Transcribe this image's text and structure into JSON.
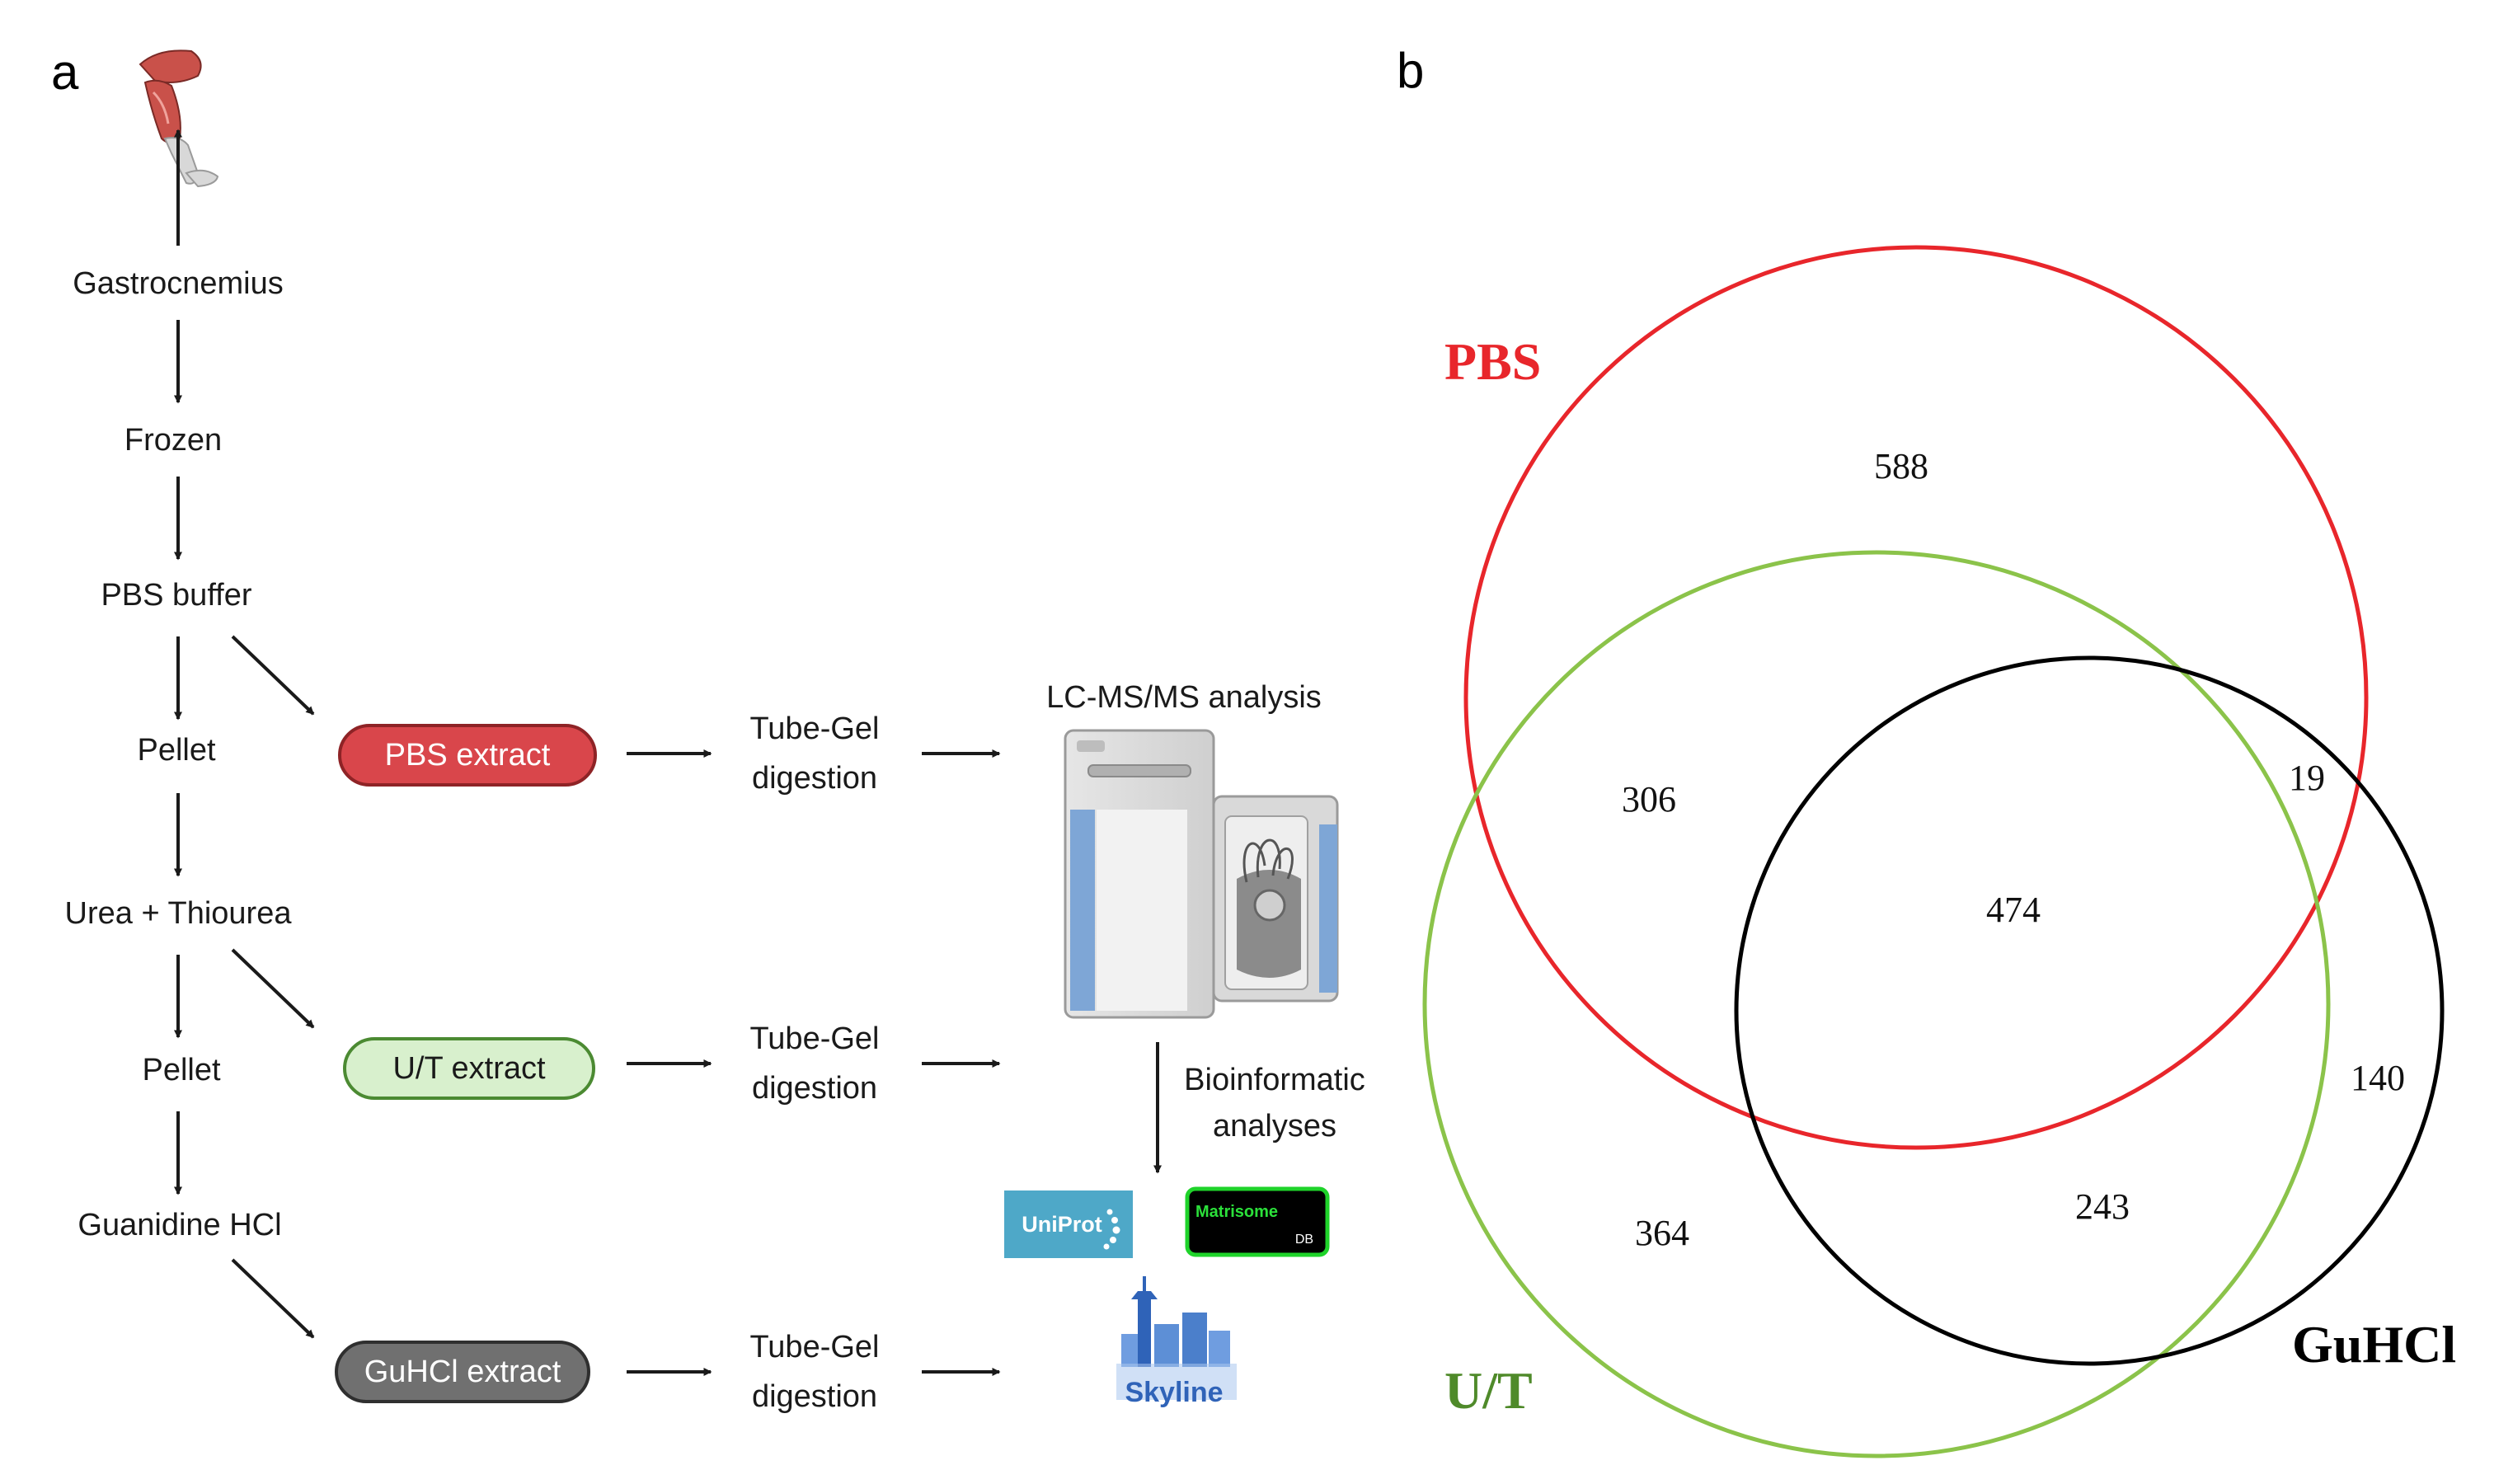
{
  "panel_labels": {
    "a": "a",
    "b": "b"
  },
  "workflow": {
    "steps": [
      "Gastrocnemius",
      "Frozen",
      "PBS buffer",
      "Pellet",
      "Urea + Thiourea",
      "Pellet",
      "Guanidine HCl"
    ],
    "extracts": [
      {
        "label": "PBS extract",
        "fill": "#d9464b",
        "stroke": "#8e2326",
        "text_color": "#ffffff"
      },
      {
        "label": "U/T extract",
        "fill": "#d8f0cd",
        "stroke": "#4b8a32",
        "text_color": "#1a1a1a"
      },
      {
        "label": "GuHCl extract",
        "fill": "#707070",
        "stroke": "#2f2f2f",
        "text_color": "#ffffff"
      }
    ],
    "digestion": {
      "line1": "Tube-Gel",
      "line2": "digestion"
    },
    "lcms_label": "LC-MS/MS analysis",
    "bioinformatic": {
      "line1": "Bioinformatic",
      "line2": "analyses"
    },
    "logos": {
      "uniprot": "UniProt",
      "matrisome_1": "Matrisome",
      "matrisome_2": "DB",
      "skyline": "Skyline"
    }
  },
  "venn": {
    "sets": [
      {
        "name": "PBS",
        "color": "#e8262b"
      },
      {
        "name": "U/T",
        "color": "#8bc34a",
        "label_color": "#4f8a2a"
      },
      {
        "name": "GuHCl",
        "color": "#000000"
      }
    ],
    "regions": {
      "pbs_only": "588",
      "pbs_ut": "306",
      "pbs_guhcl": "19",
      "all_three": "474",
      "guhcl_only": "140",
      "ut_guhcl": "243",
      "ut_only": "364"
    }
  }
}
